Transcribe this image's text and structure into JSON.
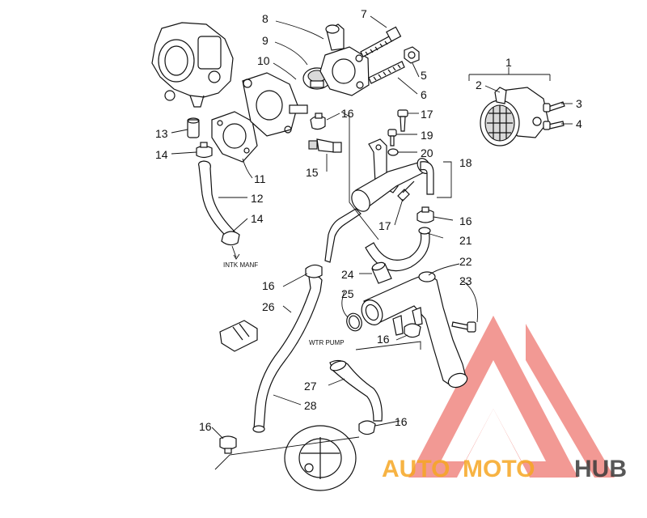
{
  "callouts": {
    "c1": "1",
    "c2": "2",
    "c3": "3",
    "c4": "4",
    "c5": "5",
    "c6": "6",
    "c7": "7",
    "c8": "8",
    "c9": "9",
    "c10": "10",
    "c11": "11",
    "c12": "12",
    "c13": "13",
    "c14a": "14",
    "c14b": "14",
    "c15": "15",
    "c16a": "16",
    "c16b": "16",
    "c16c": "16",
    "c16d": "16",
    "c16e": "16",
    "c16f": "16",
    "c17a": "17",
    "c17b": "17",
    "c18": "18",
    "c19": "19",
    "c20": "20",
    "c21": "21",
    "c22": "22",
    "c23": "23",
    "c24": "24",
    "c25": "25",
    "c26": "26",
    "c27": "27",
    "c28": "28"
  },
  "notes": {
    "intake": "INTK MANF",
    "pump": "WTR PUMP"
  },
  "watermark": {
    "part1": "AUTO",
    "part2": "MOTO",
    "part3": "HUB",
    "colors": {
      "red": "#e8413a",
      "orange": "#f6a623",
      "gray": "#3a3a3a"
    }
  }
}
